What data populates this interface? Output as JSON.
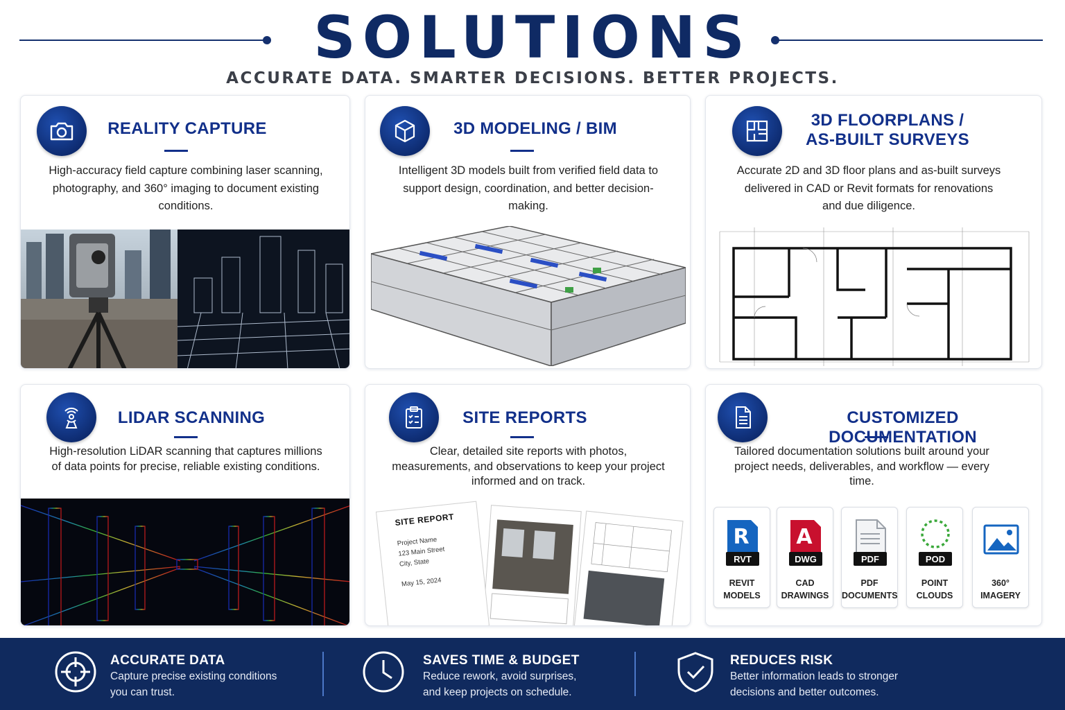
{
  "header": {
    "title": "SOLUTIONS",
    "subtitle": "ACCURATE DATA. SMARTER DECISIONS. BETTER PROJECTS."
  },
  "colors": {
    "brand_navy": "#0f2a64",
    "accent_blue": "#12308a",
    "footer_bg": "#102a5e"
  },
  "cards": [
    {
      "icon": "camera-icon",
      "title": "REALITY CAPTURE",
      "description": "High-accuracy field capture combining laser scanning, photography, and 360° imaging to document existing conditions."
    },
    {
      "icon": "cube-icon",
      "title": "3D MODELING / BIM",
      "description": "Intelligent 3D models built from verified field data to support design, coordination, and better decision-making."
    },
    {
      "icon": "floorplan-icon",
      "title_line1": "3D FLOORPLANS /",
      "title_line2": "AS-BUILT SURVEYS",
      "description": "Accurate 2D and 3D floor plans and as-built surveys delivered in CAD or Revit formats for renovations and due diligence."
    },
    {
      "icon": "lidar-scanner-icon",
      "title": "LIDAR SCANNING",
      "description": "High-resolution LiDAR scanning that captures millions of data points for precise, reliable existing conditions."
    },
    {
      "icon": "clipboard-checklist-icon",
      "title": "SITE REPORTS",
      "description": "Clear, detailed site reports with photos, measurements, and observations to keep your project informed and on track.",
      "report_sheet": {
        "heading": "SITE REPORT",
        "project_name": "Project Name",
        "address": "123 Main Street",
        "city": "City, State",
        "date": "May 15, 2024"
      }
    },
    {
      "icon": "document-icon",
      "title": "CUSTOMIZED DOCUMENTATION",
      "description": "Tailored documentation solutions built around your project needs, deliverables, and workflow — every time.",
      "formats": [
        {
          "badge": "RVT",
          "glyph": "R",
          "label_line1": "REVIT",
          "label_line2": "MODELS",
          "color": "#1565c0",
          "icon": "revit-icon"
        },
        {
          "badge": "DWG",
          "glyph": "A",
          "label_line1": "CAD",
          "label_line2": "DRAWINGS",
          "color": "#c8102e",
          "icon": "autocad-icon"
        },
        {
          "badge": "PDF",
          "glyph": "",
          "label_line1": "PDF",
          "label_line2": "DOCUMENTS",
          "color": "#9aa0a8",
          "icon": "pdf-file-icon"
        },
        {
          "badge": "POD",
          "glyph": "",
          "label_line1": "POINT",
          "label_line2": "CLOUDS",
          "color": "#3aa83a",
          "icon": "point-cloud-icon"
        },
        {
          "badge": "",
          "glyph": "",
          "label_line1": "360°",
          "label_line2": "IMAGERY",
          "color": "#1565c0",
          "icon": "panorama-image-icon"
        }
      ]
    }
  ],
  "benefits": [
    {
      "icon": "crosshair-target-icon",
      "title": "ACCURATE DATA",
      "line1": "Capture precise existing conditions",
      "line2": "you can trust."
    },
    {
      "icon": "clock-icon",
      "title": "SAVES TIME & BUDGET",
      "line1": "Reduce rework, avoid surprises,",
      "line2": "and keep projects on schedule."
    },
    {
      "icon": "shield-check-icon",
      "title": "REDUCES RISK",
      "line1": "Better information leads to stronger",
      "line2": "decisions and better outcomes."
    }
  ]
}
